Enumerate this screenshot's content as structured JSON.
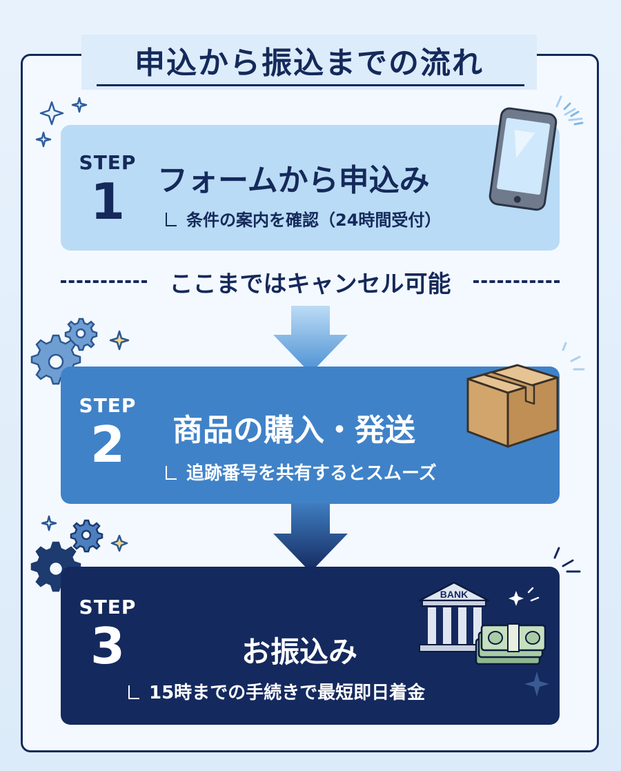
{
  "title": "申込から振込までの流れ",
  "cancel_note": "ここまではキャンセル可能",
  "steps": [
    {
      "label": "STEP",
      "number": "1",
      "title": "フォームから申込み",
      "sub": "条件の案内を確認（24時間受付）"
    },
    {
      "label": "STEP",
      "number": "2",
      "title": "商品の購入・発送",
      "sub": "追跡番号を共有するとスムーズ"
    },
    {
      "label": "STEP",
      "number": "3",
      "title": "お振込み",
      "sub": "15時までの手続きで最短即日着金"
    }
  ],
  "bank_sign": "BANK",
  "colors": {
    "navy": "#15295a",
    "step1": "#b9dbf5",
    "step2": "#3f82c8",
    "step3": "#14295e"
  },
  "icons": [
    "smartphone-icon",
    "box-icon",
    "bank-icon",
    "cash-icon",
    "gear-icon",
    "sparkle-icon",
    "down-arrow-icon"
  ]
}
